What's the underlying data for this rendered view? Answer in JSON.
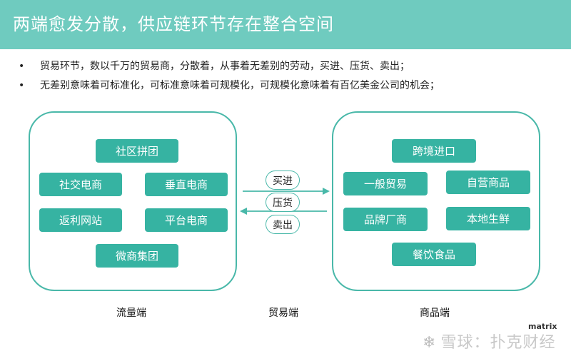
{
  "header": {
    "title": "两端愈发分散，供应链环节存在整合空间"
  },
  "bullets": [
    {
      "marker": "•",
      "text": "贸易环节，数以千万的贸易商，分散着，从事着无差别的劳动，买进、压货、卖出；"
    },
    {
      "marker": "•",
      "text": "无差别意味着可标准化，可标准意味着可规模化，可规模化意味着有百亿美金公司的机会；"
    }
  ],
  "left_panel": {
    "caption": "流量端",
    "items": [
      "社区拼团",
      "社交电商",
      "垂直电商",
      "返利网站",
      "平台电商",
      "微商集团"
    ]
  },
  "middle": {
    "caption": "贸易端",
    "tags": [
      "买进",
      "压货",
      "卖出"
    ]
  },
  "right_panel": {
    "caption": "商品端",
    "items": [
      "跨境进口",
      "一般贸易",
      "自营商品",
      "品牌厂商",
      "本地生鲜",
      "餐饮食品"
    ]
  },
  "brand": "matrix",
  "watermark": "雪球：扑克财经",
  "colors": {
    "header": "#6fcbbf",
    "pill": "#36b3a2",
    "border": "#49b8a9"
  }
}
